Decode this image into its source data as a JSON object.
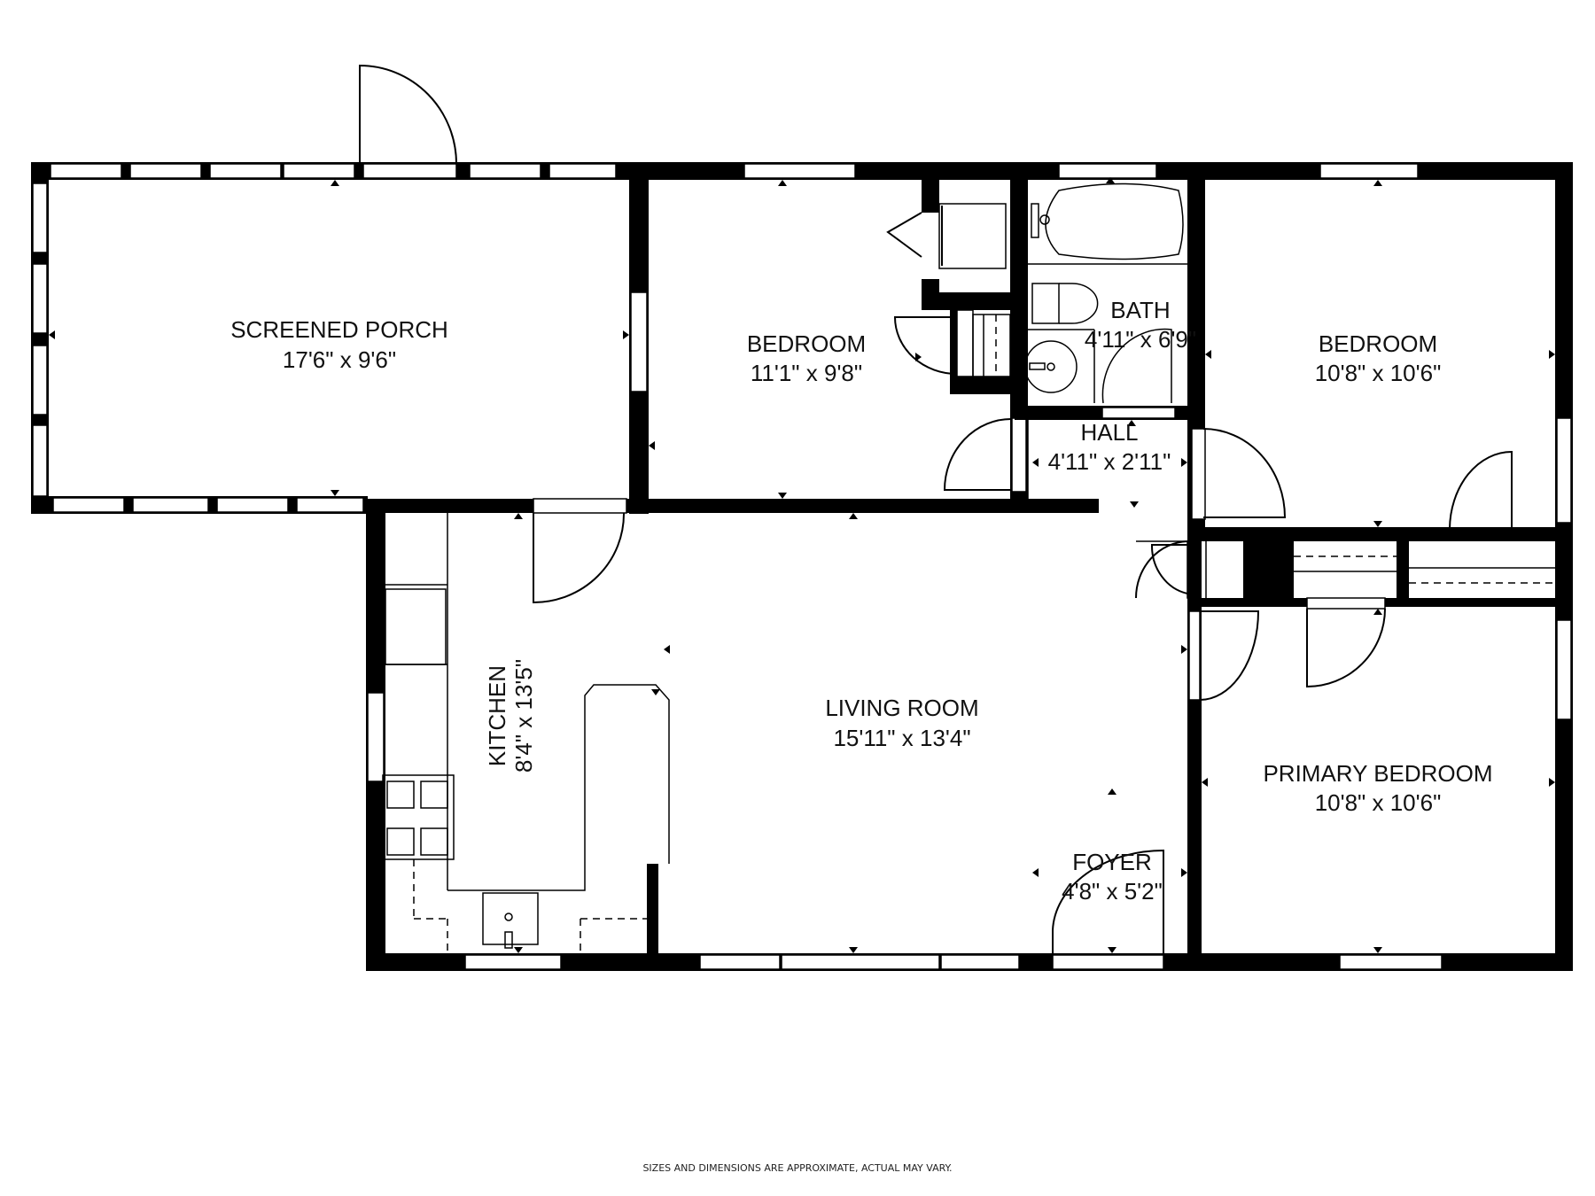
{
  "plan": {
    "rooms": [
      {
        "name": "SCREENED PORCH",
        "size": "17'6\" x 9'6\""
      },
      {
        "name": "BEDROOM",
        "size": "11'1\" x 9'8\""
      },
      {
        "name": "BATH",
        "size": "4'11\" x 6'9\""
      },
      {
        "name": "BEDROOM",
        "size": "10'8\" x 10'6\""
      },
      {
        "name": "HALL",
        "size": "4'11\" x 2'11\""
      },
      {
        "name": "KITCHEN",
        "size": "8'4\" x 13'5\""
      },
      {
        "name": "LIVING ROOM",
        "size": "15'11\" x 13'4\""
      },
      {
        "name": "PRIMARY BEDROOM",
        "size": "10'8\" x 10'6\""
      },
      {
        "name": "FOYER",
        "size": "4'8\" x 5'2\""
      }
    ],
    "disclaimer": "SIZES AND DIMENSIONS ARE APPROXIMATE, ACTUAL MAY VARY.",
    "colors": {
      "wall": "#000000",
      "background": "#ffffff"
    }
  }
}
